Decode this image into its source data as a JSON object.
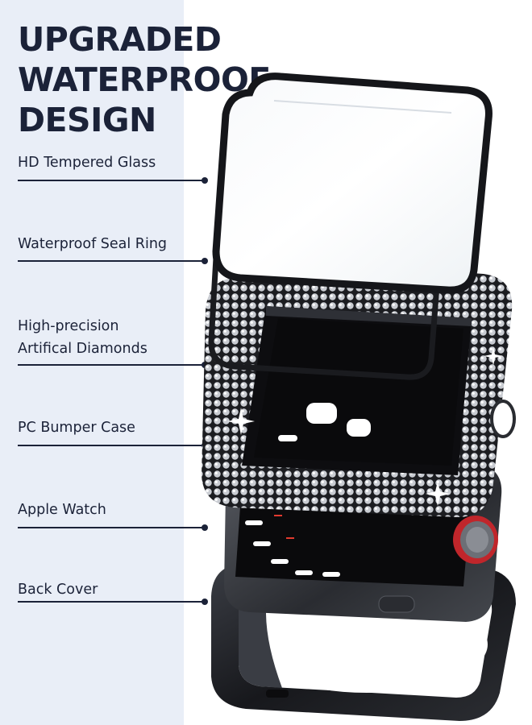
{
  "headline": {
    "line1": "UPGRADED WATERPROOF",
    "line2": "DESIGN"
  },
  "components": [
    {
      "id": "tempered-glass",
      "lines": [
        "HD Tempered Glass"
      ]
    },
    {
      "id": "seal-ring",
      "lines": [
        "Waterproof Seal Ring"
      ]
    },
    {
      "id": "diamonds",
      "lines": [
        "High-precision",
        "Artifical Diamonds"
      ]
    },
    {
      "id": "bumper-case",
      "lines": [
        "PC Bumper Case"
      ]
    },
    {
      "id": "apple-watch",
      "lines": [
        "Apple Watch"
      ]
    },
    {
      "id": "back-cover",
      "lines": [
        "Back Cover"
      ]
    }
  ],
  "colors": {
    "panel": "#e9eef7",
    "text": "#1b2238",
    "case": "#15161a",
    "crown_accent": "#c0262b"
  }
}
